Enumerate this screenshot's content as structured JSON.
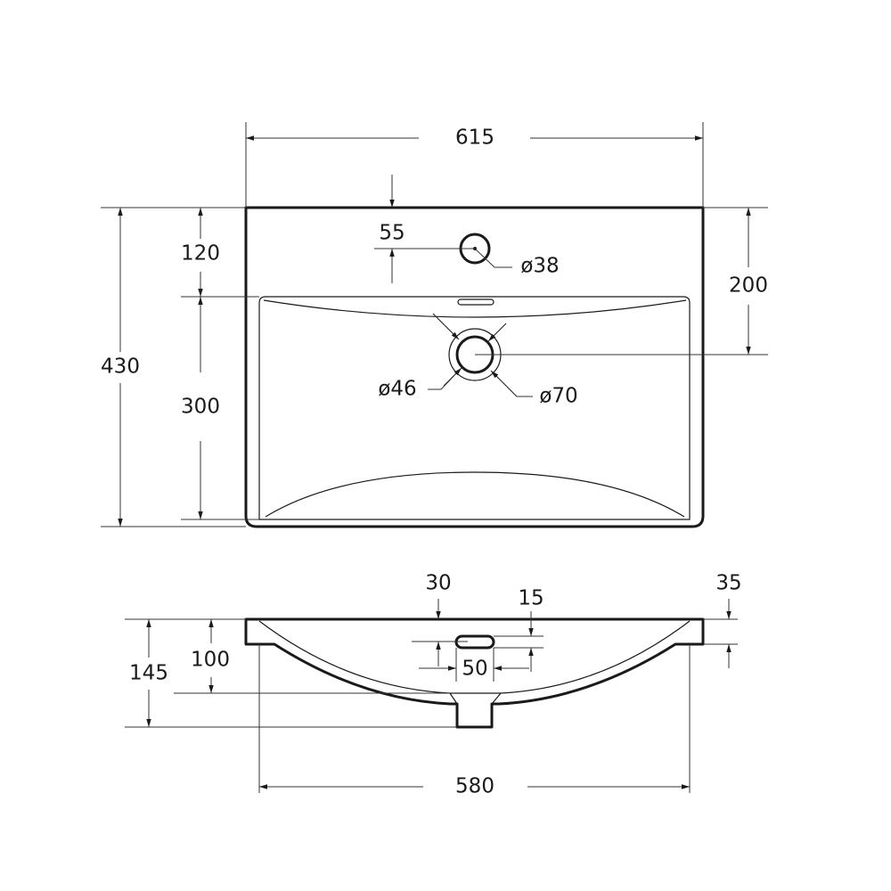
{
  "drawing": {
    "top_view": {
      "overall_width": "615",
      "overall_depth": "430",
      "rim_to_basin": "120",
      "basin_depth": "300",
      "rim_to_drain": "200",
      "tap_hole_offset": "55",
      "tap_hole_diameter": "ø38",
      "drain_inner_diameter": "ø46",
      "drain_outer_diameter": "ø70"
    },
    "side_view": {
      "rim_thickness_center": "30",
      "overflow_height": "15",
      "overflow_width": "50",
      "rim_thickness_edge": "35",
      "bowl_depth": "100",
      "total_height": "145",
      "bowl_width": "580"
    },
    "line_color": "#1a1a1a"
  }
}
